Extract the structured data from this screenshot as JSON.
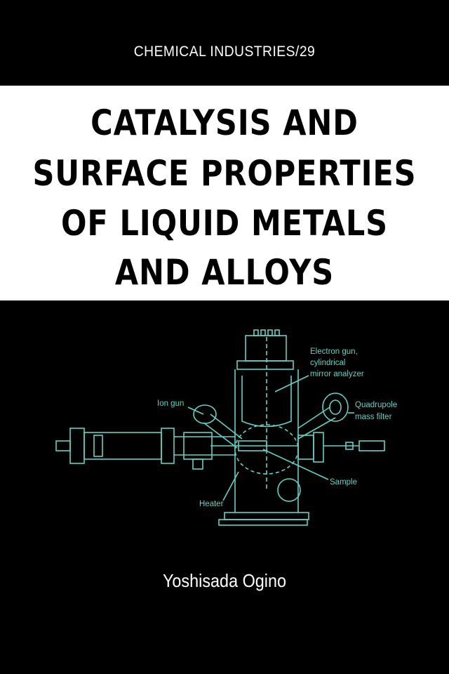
{
  "book": {
    "series": "CHEMICAL INDUSTRIES/29",
    "title_lines": [
      "CATALYSIS AND",
      "SURFACE PROPERTIES",
      "OF LIQUID METALS",
      "AND ALLOYS"
    ],
    "author": "Yoshisada Ogino"
  },
  "figure": {
    "line_color": "#5fd3c6",
    "callouts": {
      "electron_gun_1": "Electron gun,",
      "electron_gun_2": "cylindrical",
      "electron_gun_3": "mirror analyzer",
      "ion_gun": "Ion gun",
      "quadrupole_1": "Quadrupole",
      "quadrupole_2": "mass filter",
      "sample": "Sample",
      "heater": "Heater"
    }
  },
  "colors": {
    "background": "#000000",
    "title_band": "#ffffff",
    "text_light": "#ffffff",
    "text_dark": "#000000",
    "diagram": "#5fd3c6"
  }
}
